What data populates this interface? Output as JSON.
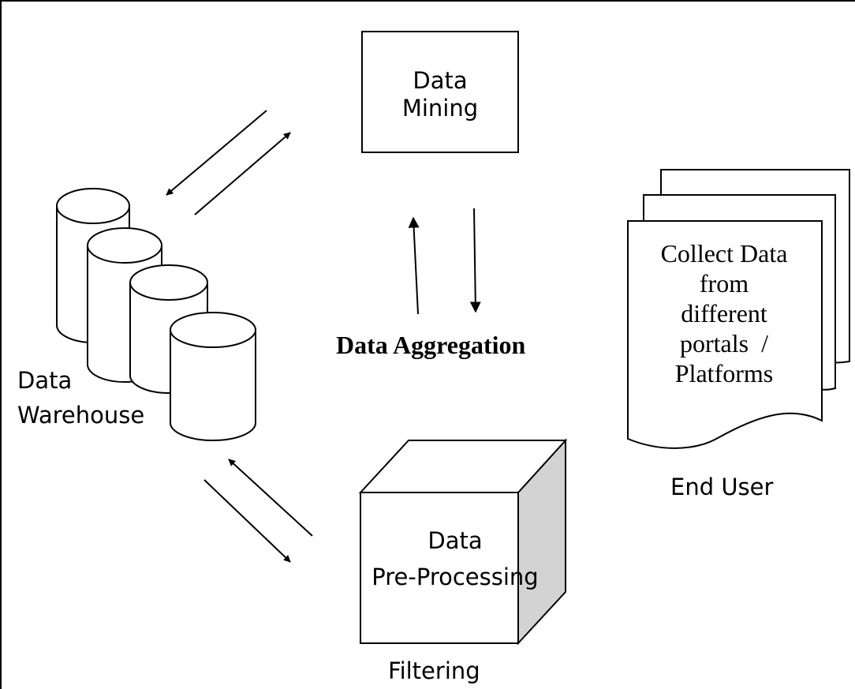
{
  "data_mining": {
    "line1": "Data",
    "line2": "Mining"
  },
  "aggregation": {
    "label": "Data Aggregation"
  },
  "warehouse": {
    "line1": "Data",
    "line2": "Warehouse"
  },
  "preprocessing": {
    "line1": "Data",
    "line2": "Pre-Processing",
    "caption": "Filtering"
  },
  "end_user": {
    "lines": [
      "Collect Data",
      "from",
      "different",
      "portals  /",
      "Platforms"
    ],
    "caption": "End User"
  },
  "colors": {
    "stroke": "#000000",
    "cube_side": "#d3d3d3",
    "background": "#ffffff"
  }
}
